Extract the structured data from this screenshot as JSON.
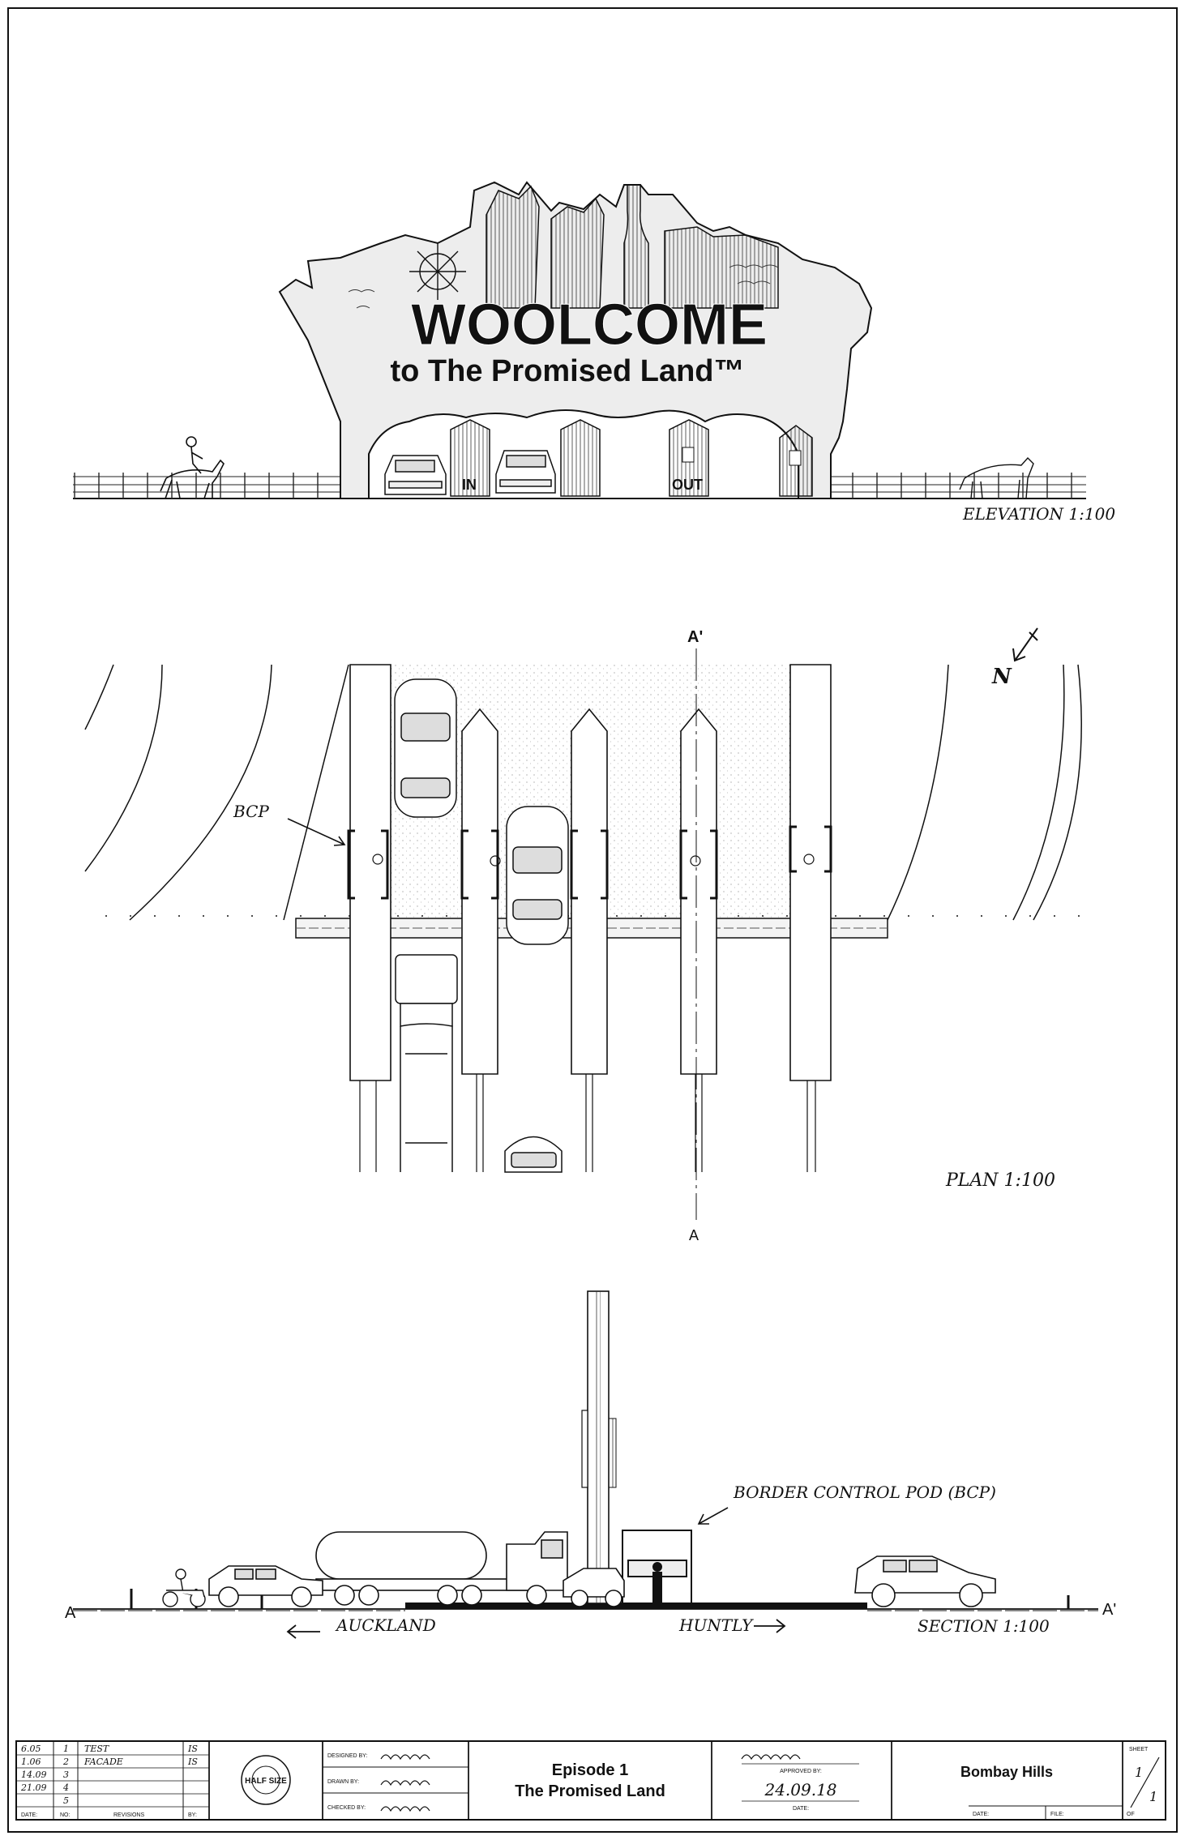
{
  "elevation": {
    "sign_title": "WOOLCOME",
    "sign_subtitle": "to The Promised Land™",
    "lane_in": "IN",
    "lane_out": "OUT",
    "caption": "ELEVATION 1:100"
  },
  "plan": {
    "caption": "PLAN 1:100",
    "north": "N",
    "bcp_label": "BCP",
    "section_top": "A'",
    "section_bottom": "A"
  },
  "section": {
    "callout": "BORDER CONTROL POD (BCP)",
    "left_end": "A",
    "right_end": "A'",
    "dir_left": "AUCKLAND",
    "dir_right": "HUNTLY",
    "caption": "SECTION 1:100"
  },
  "title_block": {
    "revisions": [
      {
        "date": "6.05",
        "no": "1",
        "desc": "TEST",
        "by": "IS"
      },
      {
        "date": "1.06",
        "no": "2",
        "desc": "FACADE",
        "by": "IS"
      },
      {
        "date": "14.09",
        "no": "3",
        "desc": "",
        "by": ""
      },
      {
        "date": "21.09",
        "no": "4",
        "desc": "",
        "by": ""
      },
      {
        "date": "",
        "no": "5",
        "desc": "",
        "by": ""
      }
    ],
    "rev_headers": {
      "date": "DATE:",
      "no": "NO:",
      "desc": "REVISIONS",
      "by": "BY:"
    },
    "stamp": "HALF SIZE",
    "designed_by_label": "DESIGNED BY:",
    "drawn_by_label": "DRAWN BY:",
    "checked_by_label": "CHECKED BY:",
    "project_line1": "Episode 1",
    "project_line2": "The Promised Land",
    "approved_by_label": "APPROVED BY:",
    "approved_date": "24.09.18",
    "date_label": "DATE:",
    "site": "Bombay Hills",
    "date_small_label": "DATE:",
    "file_label": "FILE:",
    "sheet_label": "SHEET",
    "sheet_num": "1",
    "sheet_of_label": "OF",
    "sheet_total": "1"
  }
}
